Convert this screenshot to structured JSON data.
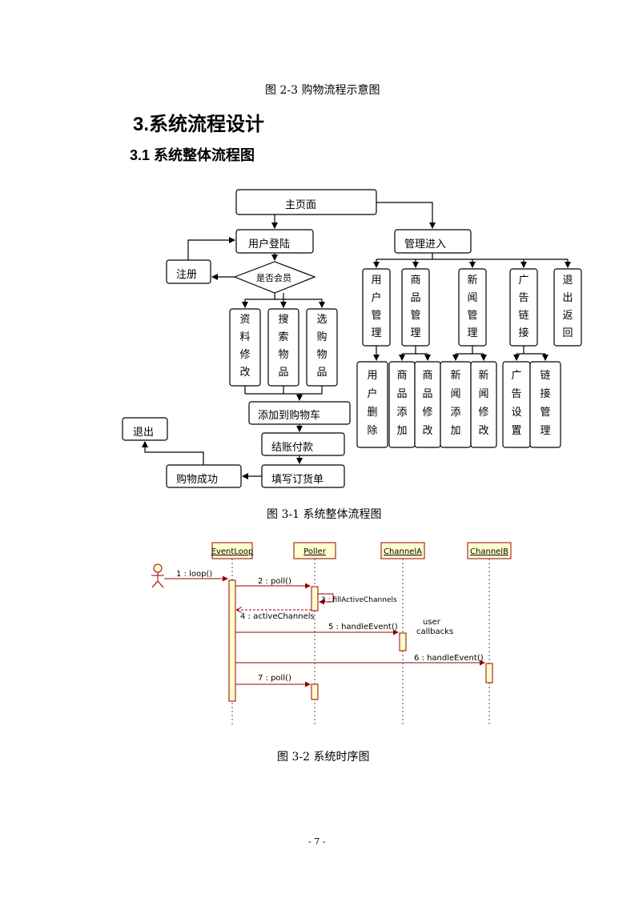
{
  "caption_top": "图 2-3 购物流程示意图",
  "heading1": "3.系统流程设计",
  "heading2": "3.1 系统整体流程图",
  "flow": {
    "main_page": "主页面",
    "user_login": "用户登陆",
    "register": "注册",
    "is_member": "是否会员",
    "edit_profile": "资料修改",
    "search_goods": "搜索物品",
    "select_goods": "选购物品",
    "add_to_cart": "添加到购物车",
    "checkout": "结账付款",
    "fill_order": "填写订货单",
    "purchase_success": "购物成功",
    "exit": "退出",
    "admin_enter": "管理进入",
    "user_manage": "用户管理",
    "goods_manage": "商品管理",
    "news_manage": "新闻管理",
    "ad_link": "广告链接",
    "exit_return": "退出返回",
    "user_delete": "用户删除",
    "goods_add": "商品添加",
    "goods_modify": "商品修改",
    "news_add": "新闻添加",
    "news_modify": "新闻修改",
    "ad_setting": "广告设置",
    "link_manage": "链接管理"
  },
  "caption_fig1": "图 3-1 系统整体流程图",
  "sequence": {
    "lifelines": [
      "EventLoop",
      "Poller",
      "ChannelA",
      "ChannelB"
    ],
    "messages": [
      "1 : loop()",
      "2 : poll()",
      "3 : fillActiveChannels",
      "4 : activeChannels",
      "5 : handleEvent()",
      "6 : handleEvent()",
      "7 : poll()"
    ],
    "note": [
      "user",
      "callbacks"
    ],
    "colors": {
      "lifeline_fill": "#ffffcc",
      "lifeline_border": "#990000",
      "arrow": "#990000"
    }
  },
  "caption_fig2": "图 3-2 系统时序图",
  "page_number": "- 7 -"
}
